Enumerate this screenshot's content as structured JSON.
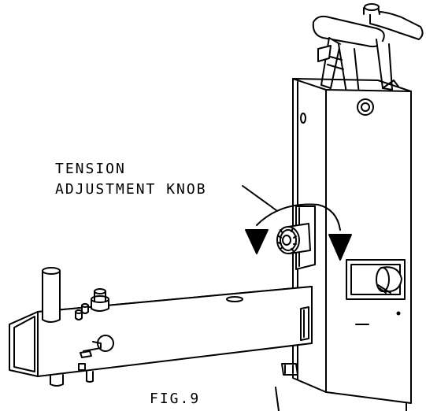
{
  "figure": {
    "label_line1": "TENSION",
    "label_line2": "ADJUSTMENT KNOB",
    "caption": "FIG.9"
  },
  "colors": {
    "line": "#000000",
    "background": "#ffffff"
  }
}
